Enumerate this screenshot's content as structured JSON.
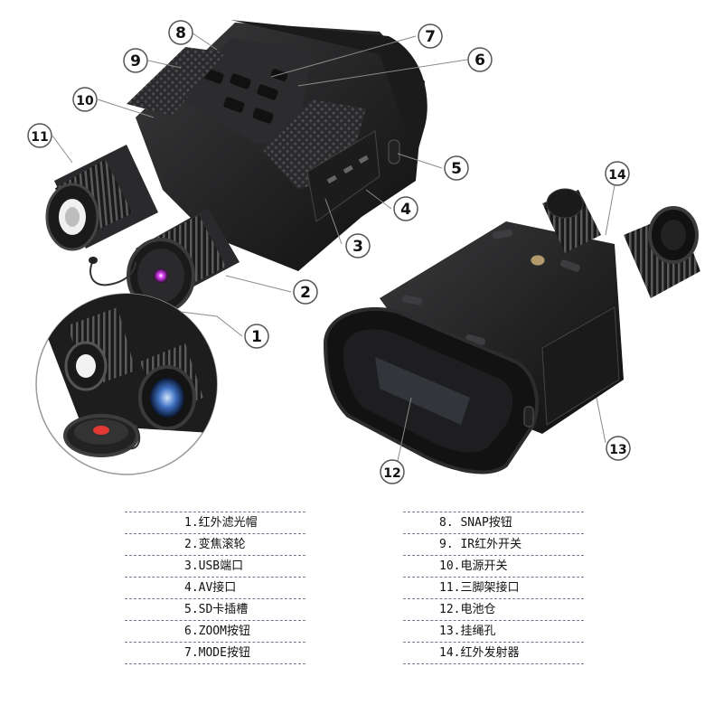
{
  "callouts": [
    {
      "num": "1"
    },
    {
      "num": "2"
    },
    {
      "num": "3"
    },
    {
      "num": "4"
    },
    {
      "num": "5"
    },
    {
      "num": "6"
    },
    {
      "num": "7"
    },
    {
      "num": "8"
    },
    {
      "num": "9"
    },
    {
      "num": "10"
    },
    {
      "num": "11"
    },
    {
      "num": "12"
    },
    {
      "num": "13"
    },
    {
      "num": "14"
    }
  ],
  "legend": {
    "left": [
      "1.红外滤光帽",
      "2.变焦滚轮",
      "3.USB端口",
      "4.AV接口",
      "5.SD卡插槽",
      "6.ZOOM按钮",
      "7.MODE按钮"
    ],
    "right": [
      "8. SNAP按钮",
      "9. IR红外开关",
      "10.电源开关",
      "11.三脚架接口",
      "12.电池仓",
      "13.挂绳孔",
      "14.红外发射器"
    ]
  }
}
